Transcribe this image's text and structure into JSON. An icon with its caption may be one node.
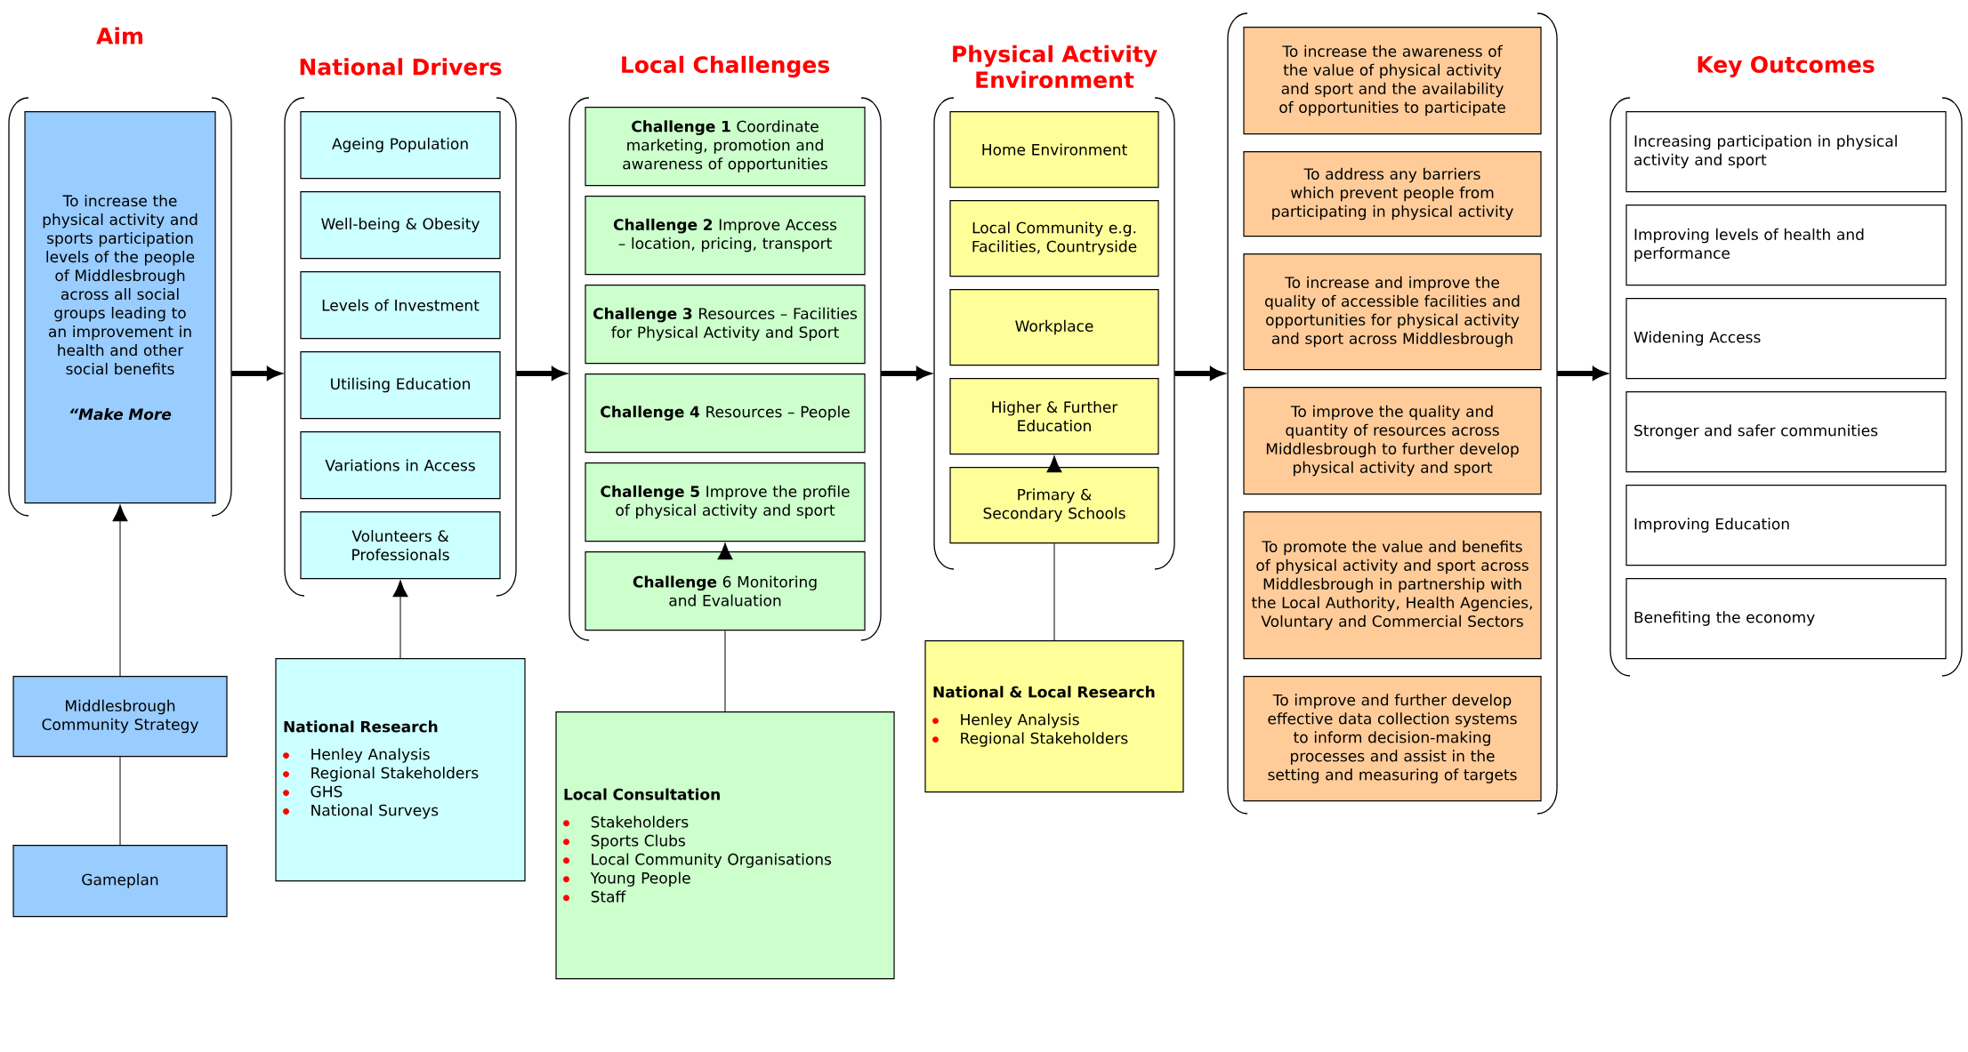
{
  "diagram": {
    "nodes": [
      {
        "text": [],
        "shape": "bracket"
      },
      {
        "text": [
          "To increase the physical activity and sports participation levels of the people of Middlesbrough across all social groups leading to an improvement in health and other social benefits",
          "“Make More"
        ],
        "in": 0
      },
      {
        "text": [
          "Middlesbrough Community Strategy"
        ]
      },
      {
        "text": [
          "Gameplan"
        ]
      },
      {
        "text": [],
        "shape": "bracket"
      },
      {
        "text": [
          "Ageing Population"
        ],
        "in": 4
      },
      {
        "text": [
          "Well-being & Obesity"
        ],
        "in": 4
      },
      {
        "text": [
          "Levels of Investment"
        ],
        "in": 4
      },
      {
        "text": [
          "Utilising Education"
        ],
        "in": 4
      },
      {
        "text": [
          "Variations in Access"
        ],
        "in": 4
      },
      {
        "text": [
          "Volunteers & Professionals"
        ],
        "in": 4
      },
      {
        "text": [
          "National Research",
          "Henley Analysis",
          "Regional Stakeholders",
          "GHS",
          "National Surveys"
        ]
      },
      {
        "text": [],
        "shape": "bracket"
      },
      {
        "text": [
          "**Challenge 1** Coordinate marketing, promotion and awareness of opportunities"
        ],
        "in": 12
      },
      {
        "text": [
          "**Challenge 2** Improve Access – location, pricing, transport"
        ],
        "in": 12
      },
      {
        "text": [
          "**Challenge 3** Resources – Facilities for Physical Activity and Sport"
        ],
        "in": 12
      },
      {
        "text": [
          "**Challenge 4** Resources – People"
        ],
        "in": 12
      },
      {
        "text": [
          "**Challenge 5** Improve the profile of physical activity and sport"
        ],
        "in": 12
      },
      {
        "text": [
          "**Challenge** 6 Monitoring and Evaluation"
        ],
        "in": 12
      },
      {
        "text": [
          "Local Consultation",
          "Stakeholders",
          "Sports Clubs",
          "Local Community Organisations",
          "Young People",
          "Staff"
        ]
      },
      {
        "text": [],
        "shape": "bracket"
      },
      {
        "text": [
          "Home Environment"
        ],
        "in": 20
      },
      {
        "text": [
          "Local Community e.g. Facilities, Countryside"
        ],
        "in": 20
      },
      {
        "text": [
          "Workplace"
        ],
        "in": 20
      },
      {
        "text": [
          "Higher & Further Education"
        ],
        "in": 20
      },
      {
        "text": [
          "Primary & Secondary Schools"
        ],
        "in": 20
      },
      {
        "text": [
          "National & Local Research",
          "Henley Analysis",
          "Regional Stakeholders"
        ]
      },
      {
        "text": [],
        "shape": "bracket"
      },
      {
        "text": [
          "To increase the awareness of the value of physical activity and sport and the availability of opportunities to participate"
        ],
        "in": 27
      },
      {
        "text": [
          "To address any barriers which prevent people from participating in physical activity"
        ],
        "in": 27
      },
      {
        "text": [
          "To increase and improve the quality of accessible facilities and opportunities for physical activity and sport across Middlesbrough"
        ],
        "in": 27
      },
      {
        "text": [
          "To improve the quality and quantity of resources across Middlesbrough to further develop physical activity and sport"
        ],
        "in": 27
      },
      {
        "text": [
          "To promote the value and benefits of physical activity and sport across Middlesbrough in partnership with the Local Authority, Health Agencies, Voluntary and Commercial Sectors"
        ],
        "in": 27
      },
      {
        "text": [
          "To improve and further develop effective data collection systems to inform decision-making processes and assist in the setting and measuring of targets"
        ],
        "in": 27
      },
      {
        "text": [],
        "shape": "bracket"
      },
      {
        "text": [
          "Increasing participation in physical activity and sport"
        ],
        "in": 34
      },
      {
        "text": [
          "Improving levels of health and performance"
        ],
        "in": 34
      },
      {
        "text": [
          "Widening Access"
        ],
        "in": 34
      },
      {
        "text": [
          "Stronger and safer communities"
        ],
        "in": 34
      },
      {
        "text": [
          "Improving Education"
        ],
        "in": 34
      },
      {
        "text": [
          "Benefiting the economy"
        ],
        "in": 34
      }
    ],
    "edges": [
      {
        "from": 0,
        "to": 4,
        "arrow": "to",
        "style": "thick"
      },
      {
        "from": 4,
        "to": 12,
        "arrow": "to",
        "style": "thick"
      },
      {
        "from": 12,
        "to": 20,
        "arrow": "to",
        "style": "thick"
      },
      {
        "from": 20,
        "to": 27,
        "arrow": "to",
        "style": "thick"
      },
      {
        "from": 27,
        "to": 34,
        "arrow": "to",
        "style": "thick"
      },
      {
        "from": 2,
        "to": 1,
        "arrow": "to"
      },
      {
        "from": 3,
        "to": 2,
        "arrow": "none"
      },
      {
        "from": 11,
        "to": 10,
        "arrow": "to"
      },
      {
        "from": 18,
        "to": 17,
        "arrow": "to"
      },
      {
        "from": 19,
        "to": 18,
        "arrow": "none"
      },
      {
        "from": 25,
        "to": 24,
        "arrow": "to"
      },
      {
        "from": 26,
        "to": 25,
        "arrow": "none"
      }
    ],
    "labels": [
      "Aim",
      "National Drivers",
      "Local Challenges",
      "Physical Activity Environment",
      "Key Outcomes"
    ]
  }
}
